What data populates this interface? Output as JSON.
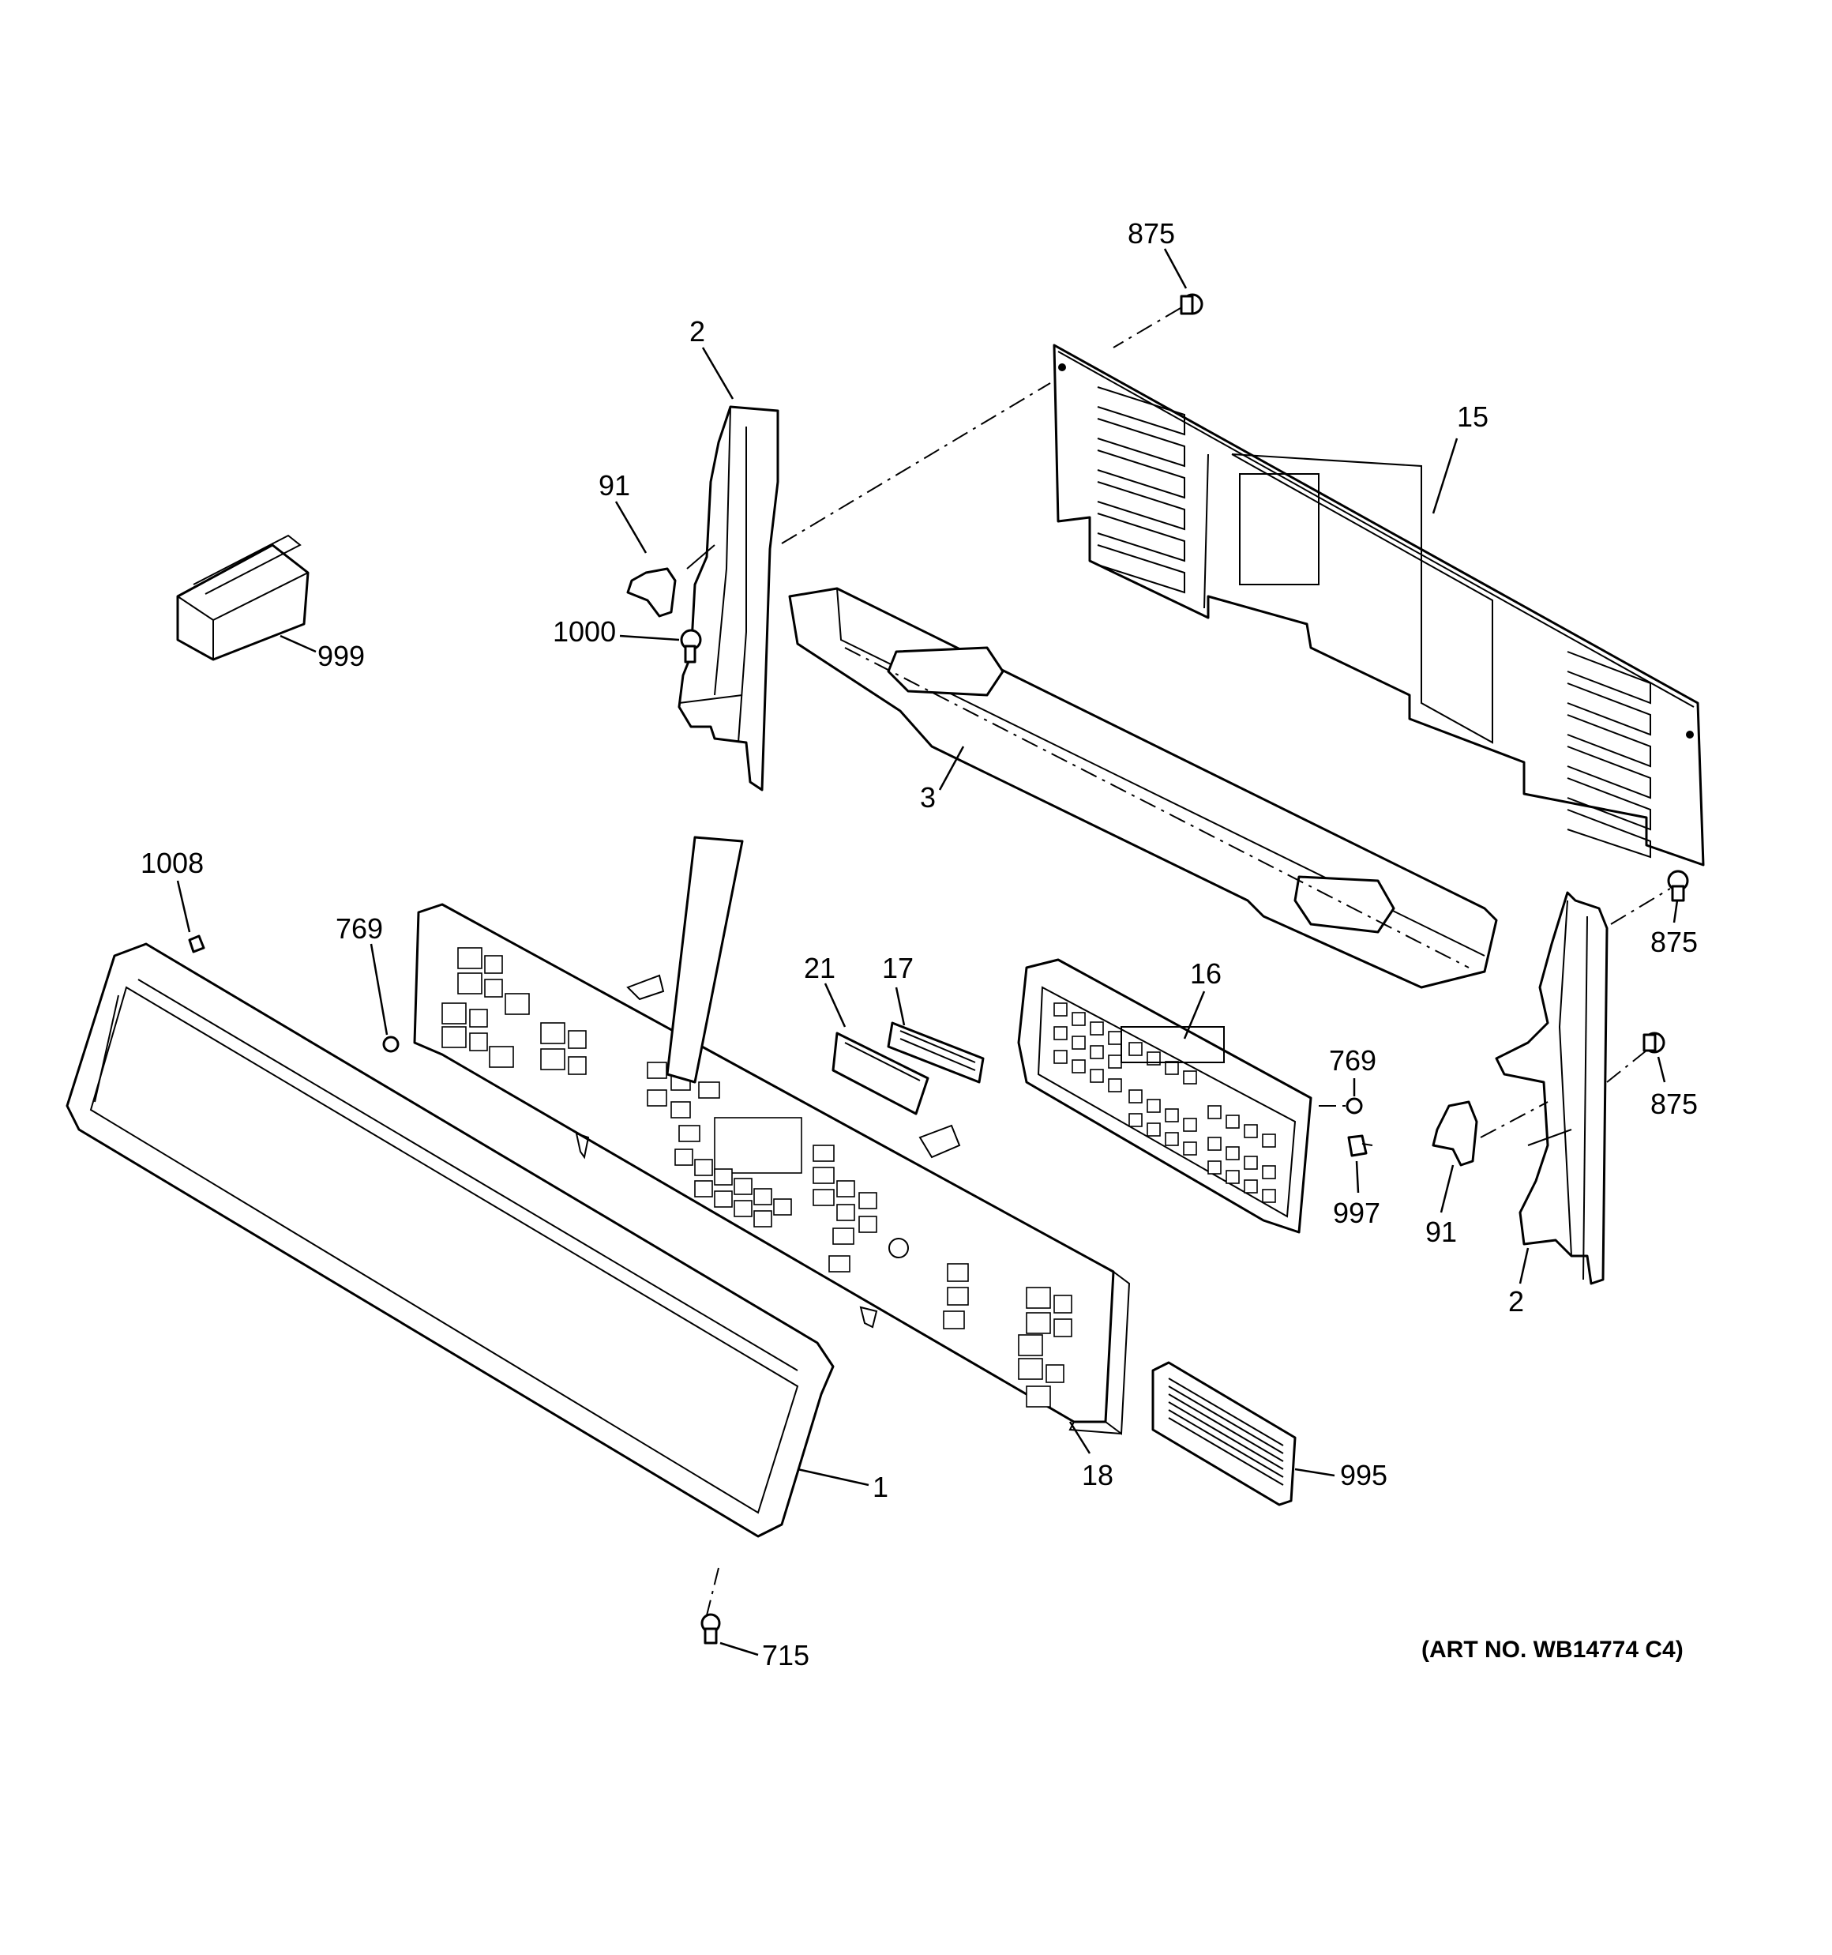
{
  "diagram": {
    "callouts": {
      "c875_top": "875",
      "c2_left": "2",
      "c15": "15",
      "c91_left": "91",
      "c999": "999",
      "c1000": "1000",
      "c3": "3",
      "c1008": "1008",
      "c769_left": "769",
      "c21": "21",
      "c17": "17",
      "c16": "16",
      "c875_right_top": "875",
      "c769_right": "769",
      "c875_right_mid": "875",
      "c997": "997",
      "c91_right": "91",
      "c2_right": "2",
      "c1": "1",
      "c18": "18",
      "c995": "995",
      "c715": "715"
    },
    "art_number": "(ART NO. WB14774 C4)"
  }
}
